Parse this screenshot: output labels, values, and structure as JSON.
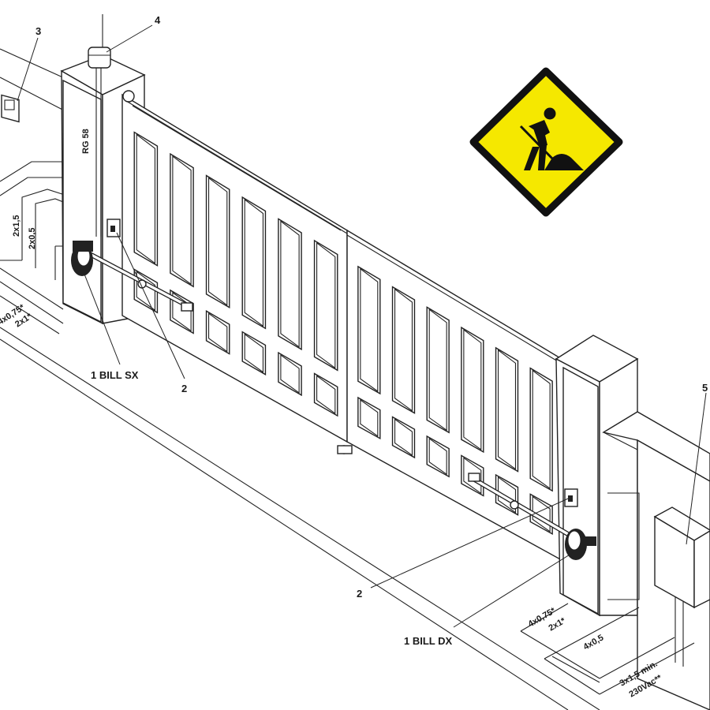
{
  "diagram": {
    "callouts": {
      "c3": "3",
      "c4": "4",
      "c5": "5",
      "c2_left": "2",
      "c2_right": "2"
    },
    "motors": {
      "left": "1 BILL SX",
      "right": "1 BILL DX"
    },
    "cables": {
      "rg58": "RG 58",
      "left_2x15": "2x1,5",
      "left_2x05": "2x0,5",
      "left_4x075": "4x0,75*",
      "left_2x1": "2x1*",
      "right_4x075": "4x0,75*",
      "right_2x1": "2x1*",
      "right_4x05": "4x0,5",
      "right_3x15": "3x1,5 min.",
      "right_230": "230Vac**"
    }
  },
  "badge": {
    "icon": "worker-shoveling-icon",
    "color_fill": "#f5e800",
    "color_border": "#111111"
  }
}
